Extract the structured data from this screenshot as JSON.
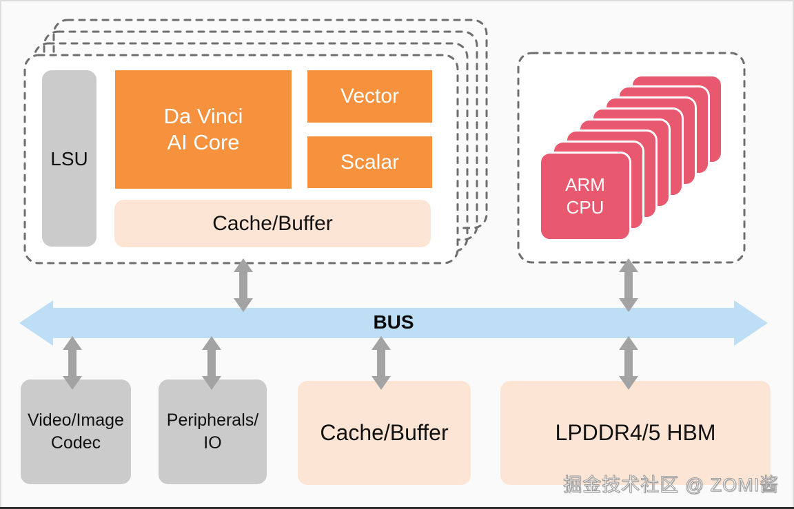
{
  "colors": {
    "orange": "#F6913E",
    "peach": "#FCE5D4",
    "gray_block": "#CBCBCB",
    "pink": "#E8586F",
    "bus_blue": "#BDDEF5",
    "dash_border": "#6E6E6E",
    "connector_gray": "#A3A3A3",
    "label_black": "#111111"
  },
  "core_cluster": {
    "lsu": {
      "label": "LSU"
    },
    "davinci": {
      "line1": "Da Vinci",
      "line2": "AI Core"
    },
    "vector": {
      "label": "Vector"
    },
    "scalar": {
      "label": "Scalar"
    },
    "cache": {
      "label": "Cache/Buffer"
    }
  },
  "cpu_cluster": {
    "chip": {
      "line1": "ARM",
      "line2": "CPU"
    }
  },
  "bus": {
    "label": "BUS"
  },
  "bottom_row": {
    "video_codec": {
      "line1": "Video/Image",
      "line2": "Codec"
    },
    "peripherals": {
      "line1": "Peripherals/",
      "line2": "IO"
    },
    "cache": {
      "label": "Cache/Buffer"
    },
    "memory": {
      "label": "LPDDR4/5 HBM"
    }
  },
  "watermark": {
    "text": "掘金技术社区 @ ZOMI酱"
  }
}
